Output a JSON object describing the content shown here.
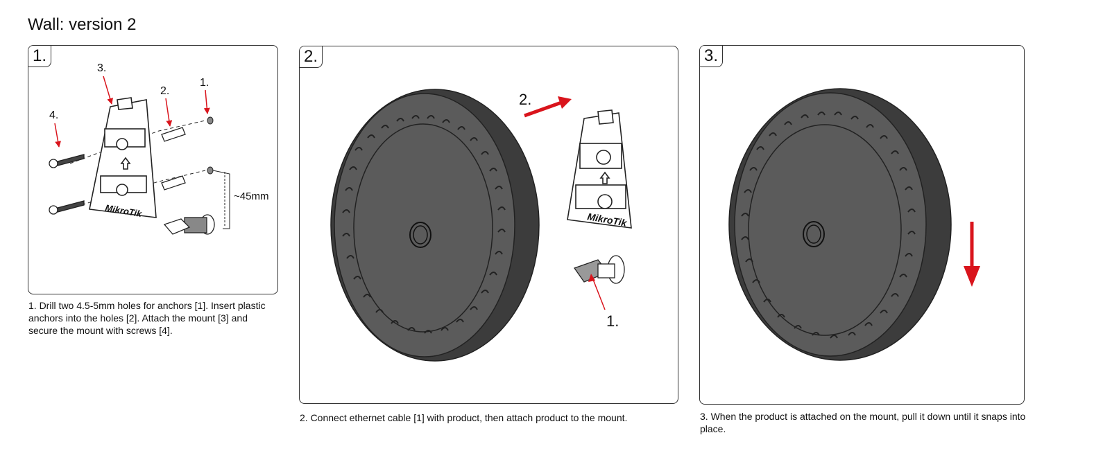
{
  "page": {
    "title": "Wall: version 2"
  },
  "steps": [
    {
      "badge": "1.",
      "caption": "1. Drill two 4.5-5mm holes for anchors [1]. Insert plastic anchors into the holes [2]. Attach the mount [3] and secure the mount with screws [4]."
    },
    {
      "badge": "2.",
      "caption": "2. Connect ethernet cable [1] with product, then attach product to the mount."
    },
    {
      "badge": "3.",
      "caption": "3. When the product is attached on the mount, pull it down until it snaps into place."
    }
  ],
  "panel1": {
    "callouts": [
      "1.",
      "2.",
      "3.",
      "4."
    ],
    "dimension": "~45mm",
    "brand": "MikroTik"
  },
  "panel2": {
    "callouts": [
      "1.",
      "2."
    ],
    "brand": "MikroTik"
  },
  "colors": {
    "arrow": "#d9141c",
    "device": "#5b5b5b",
    "device_dark": "#3c3c3c",
    "outline": "#222222"
  }
}
